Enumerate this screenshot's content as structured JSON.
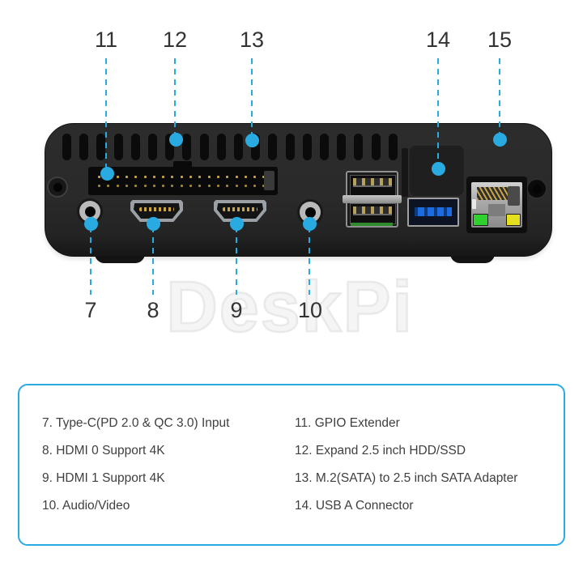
{
  "watermark": "DeskPi",
  "callouts": {
    "top": [
      "11",
      "12",
      "13",
      "14",
      "15"
    ],
    "bottom": [
      "7",
      "8",
      "9",
      "10"
    ]
  },
  "legend": {
    "left": [
      "7. Type-C(PD 2.0 & QC 3.0) Input",
      "8. HDMI 0 Support 4K",
      "9. HDMI 1 Support 4K",
      "10. Audio/Video"
    ],
    "right": [
      "11. GPIO Extender",
      "12. Expand 2.5 inch HDD/SSD",
      "13. M.2(SATA) to 2.5 inch SATA Adapter",
      "14. USB A Connector"
    ]
  },
  "colors": {
    "accent": "#29abe2",
    "label_text": "#333333",
    "legend_text": "#3f3f3f",
    "led_green": "#2fd12f",
    "led_yellow": "#e4e01f",
    "usb3_blue": "#1d6be0",
    "gold_pins": "#c9a544"
  }
}
